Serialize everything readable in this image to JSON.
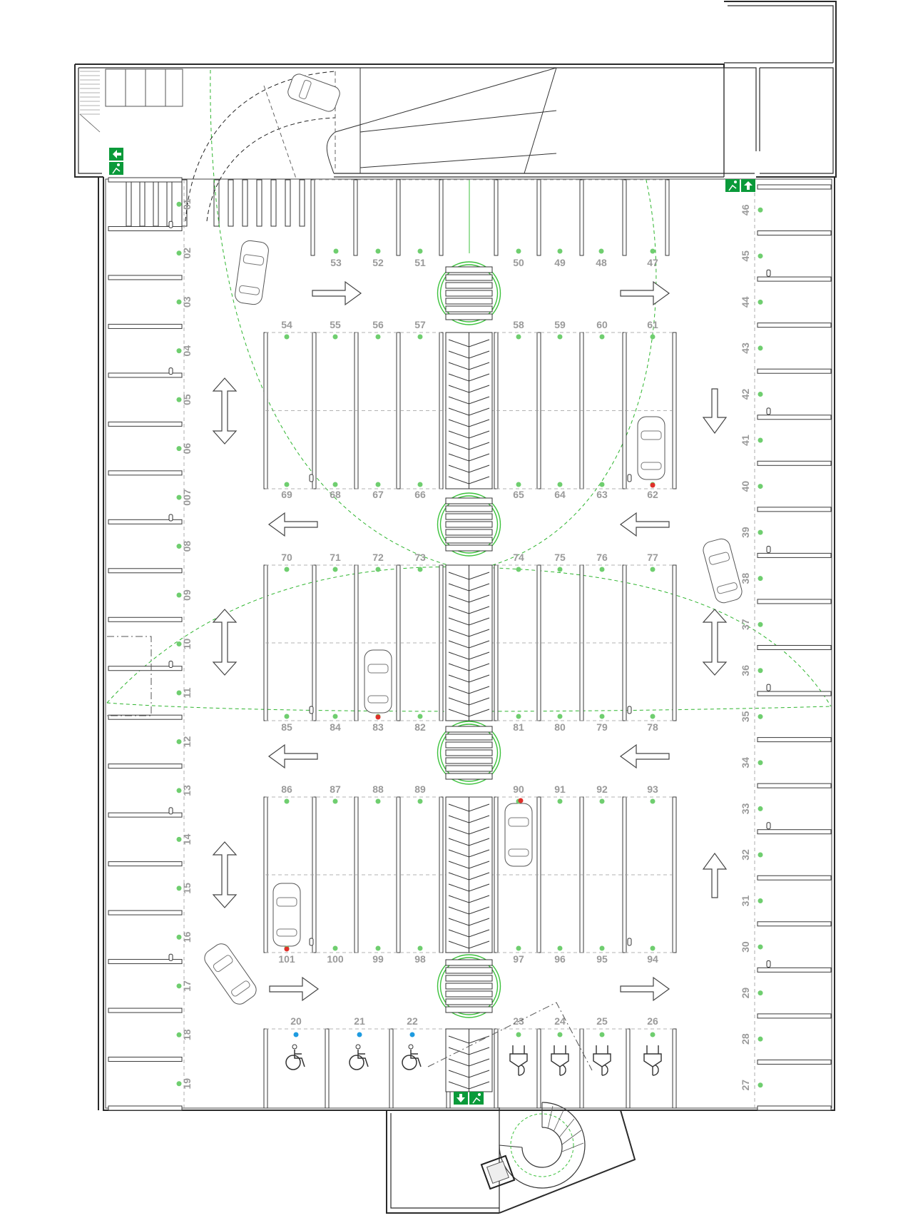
{
  "plan": {
    "left_numbers": [
      "01",
      "02",
      "03",
      "04",
      "05",
      "06",
      "007",
      "08",
      "09",
      "10",
      "11",
      "12",
      "13",
      "14",
      "15",
      "16",
      "17",
      "18",
      "19"
    ],
    "right_numbers": [
      "46",
      "45",
      "44",
      "43",
      "42",
      "41",
      "40",
      "39",
      "38",
      "37",
      "36",
      "35",
      "34",
      "33",
      "32",
      "31",
      "30",
      "29",
      "28",
      "27"
    ],
    "top_row_numbers": [
      "53",
      "52",
      "51",
      "50",
      "49",
      "48",
      "47"
    ],
    "row1_top": [
      "54",
      "55",
      "56",
      "57",
      "58",
      "59",
      "60",
      "61"
    ],
    "row1_bottom": [
      "69",
      "68",
      "67",
      "66",
      "65",
      "64",
      "63",
      "62"
    ],
    "row2_top": [
      "70",
      "71",
      "72",
      "73",
      "74",
      "75",
      "76",
      "77"
    ],
    "row2_bottom": [
      "85",
      "84",
      "83",
      "82",
      "81",
      "80",
      "79",
      "78"
    ],
    "row3_top": [
      "86",
      "87",
      "88",
      "89",
      "90",
      "91",
      "92",
      "93"
    ],
    "row3_bottom": [
      "101",
      "100",
      "99",
      "98",
      "97",
      "96",
      "95",
      "94"
    ],
    "bottom_row": [
      "20",
      "21",
      "22",
      "23",
      "24",
      "25",
      "26"
    ],
    "colors": {
      "line": "#2a2a2a",
      "number": "#9a9a9a",
      "green": "#3cc13c",
      "red": "#e0302a",
      "blue": "#1e9be0",
      "exit": "#0a9a3a"
    },
    "icons": [
      "exit-sign-icon",
      "accessible-parking-icon",
      "ev-charging-icon",
      "direction-arrow-icon",
      "car-icon",
      "pedestrian-crossing-icon",
      "stair-icon",
      "elevator-icon"
    ]
  }
}
